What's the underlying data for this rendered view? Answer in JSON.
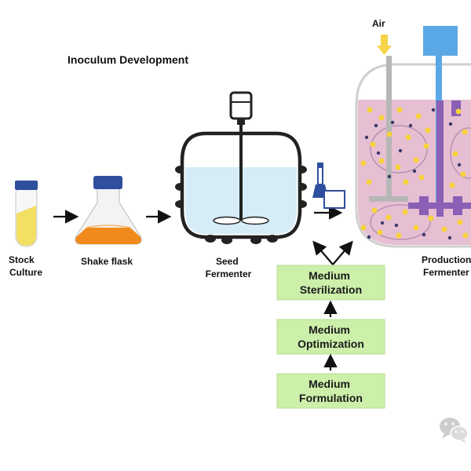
{
  "title": "Inoculum Development",
  "air_label": "Air",
  "vessels": {
    "stock_culture": [
      "Stock",
      "Culture"
    ],
    "shake_flask": "Shake flask",
    "seed_fermenter": [
      "Seed",
      "Fermenter"
    ],
    "production_fermenter": [
      "Production",
      "Fermenter"
    ]
  },
  "medium_steps": {
    "sterilization": [
      "Medium",
      "Sterilization"
    ],
    "optimization": [
      "Medium",
      "Optimization"
    ],
    "formulation": [
      "Medium",
      "Formulation"
    ]
  },
  "colors": {
    "box_fill": "#ccefaa",
    "cap_blue": "#2f4f9e",
    "culture_yellow": "#f3df63",
    "flask_orange": "#f08a1c",
    "seed_liquid": "#d6ecf7",
    "production_liquid": "#e7bfd3",
    "pipe_blue": "#5aa9e6",
    "air_arrow": "#f5d44a"
  },
  "icons": [
    "wechat-logo-icon",
    "air-arrow-icon",
    "impeller-icon",
    "motor-icon",
    "probe-icon"
  ]
}
